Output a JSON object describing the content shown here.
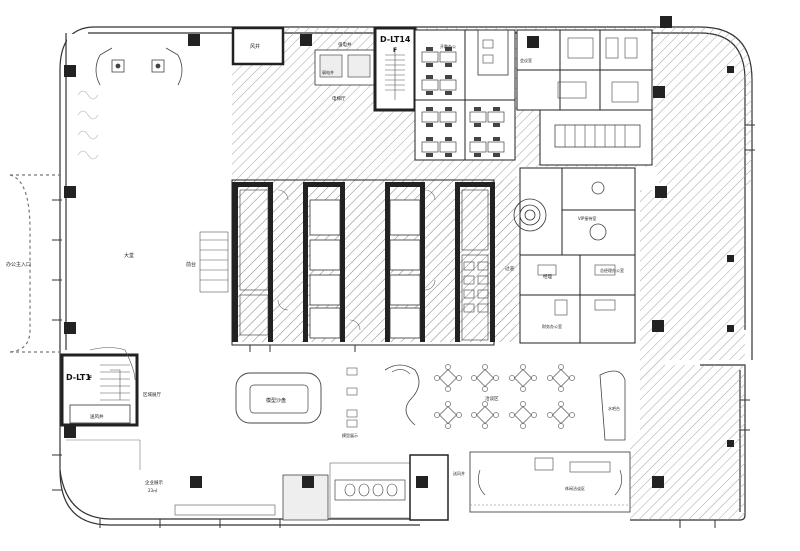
{
  "elevator_label_top": "D-LT14",
  "elevator_label_left": "D-LT1",
  "elevator_marker": "F",
  "entrance": "办公主入口",
  "rooms": {
    "lobby": "大堂",
    "reception": "前台",
    "fan_room": "风井",
    "strong_current": "强电井",
    "weak_current": "弱电井",
    "elevator_hall": "电梯厅",
    "open_office": "开敞办公",
    "meeting": "会议室",
    "exhibit": "区域展厅",
    "sand_table": "模型沙盘",
    "model_zone": "模型展示",
    "negotiation": "洽谈区",
    "water_bar": "水吧台",
    "leisure": "休闲洽谈区",
    "corridor": "过道",
    "finance": "财务办公室",
    "manager": "经理",
    "vip": "VIP接待室",
    "ceo": "总经理办公室",
    "shaft_south": "送风井",
    "corporate_area": "企业展示",
    "area_size": "23㎡"
  }
}
